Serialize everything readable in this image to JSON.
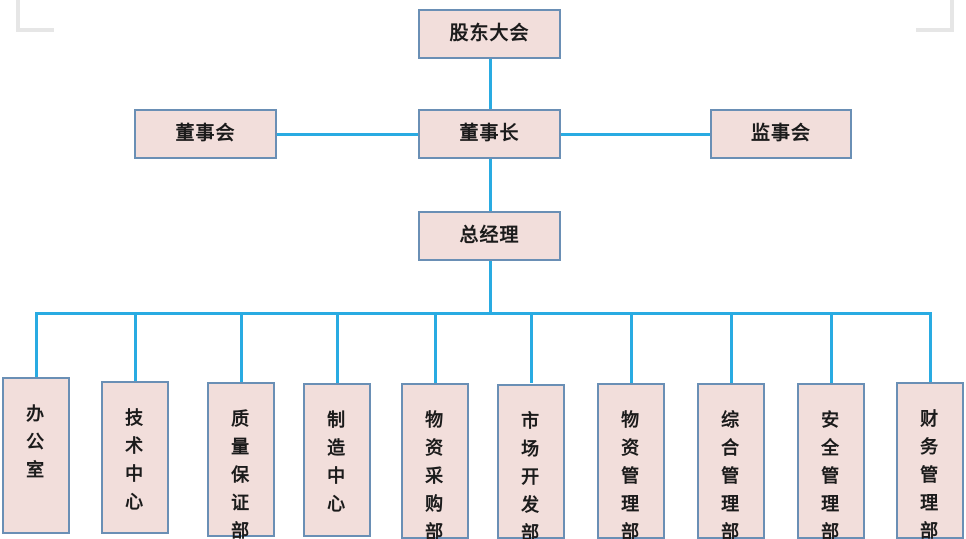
{
  "chart": {
    "type": "org-chart",
    "title": "",
    "theme": {
      "node_fill": "#f2dedb",
      "node_border": "#6a8fb5",
      "connector": "#29abe2",
      "crop_mark": "#e6e6e6",
      "text": "#1b1b1b",
      "background": "#ffffff"
    },
    "levels": [
      {
        "level": 1,
        "nodes": [
          "shareholders_meeting"
        ]
      },
      {
        "level": 2,
        "nodes": [
          "board_of_directors",
          "chairman",
          "board_of_supervisors"
        ]
      },
      {
        "level": 3,
        "nodes": [
          "general_manager"
        ]
      },
      {
        "level": 4,
        "nodes": [
          "office",
          "technology_center",
          "quality_assurance",
          "manufacturing_center",
          "materials_procurement",
          "market_development",
          "materials_management",
          "comprehensive_management",
          "safety_management",
          "financial_management"
        ]
      }
    ],
    "nodes": {
      "shareholders_meeting": {
        "label": "股东大会"
      },
      "board_of_directors": {
        "label": "董事会"
      },
      "chairman": {
        "label": "董事长"
      },
      "board_of_supervisors": {
        "label": "监事会"
      },
      "general_manager": {
        "label": "总经理"
      }
    },
    "departments": [
      {
        "label": "办公室"
      },
      {
        "label": "技术中心"
      },
      {
        "label": "质量保证部"
      },
      {
        "label": "制造中心"
      },
      {
        "label": "物资采购部"
      },
      {
        "label": "市场开发部"
      },
      {
        "label": "物资管理部"
      },
      {
        "label": "综合管理部"
      },
      {
        "label": "安全管理部"
      },
      {
        "label": "财务管理部"
      }
    ],
    "edges": [
      {
        "from": "shareholders_meeting",
        "to": "chairman",
        "style": "vertical"
      },
      {
        "from": "board_of_directors",
        "to": "chairman",
        "style": "horizontal"
      },
      {
        "from": "chairman",
        "to": "board_of_supervisors",
        "style": "horizontal"
      },
      {
        "from": "chairman",
        "to": "general_manager",
        "style": "vertical"
      },
      {
        "from": "general_manager",
        "to": "departments",
        "style": "bus"
      }
    ]
  }
}
